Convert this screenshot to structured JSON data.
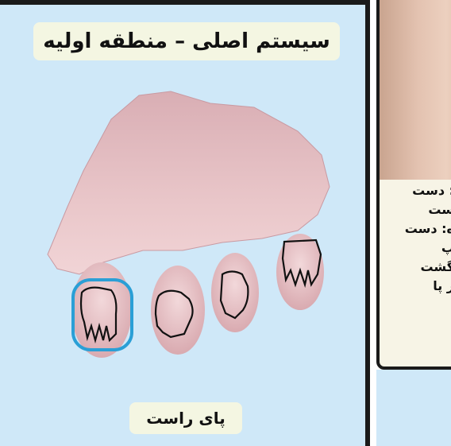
{
  "main_panel": {
    "title": "سیستم اصلی – منطقه اولیه",
    "label": "پای راست",
    "highlight_color": "#2a9fd6",
    "background_color": "#cfe8f8"
  },
  "side_panel": {
    "lines": [
      ": دست",
      "ست",
      "ه: دست",
      "پ",
      "گشت",
      "ر پا"
    ]
  }
}
